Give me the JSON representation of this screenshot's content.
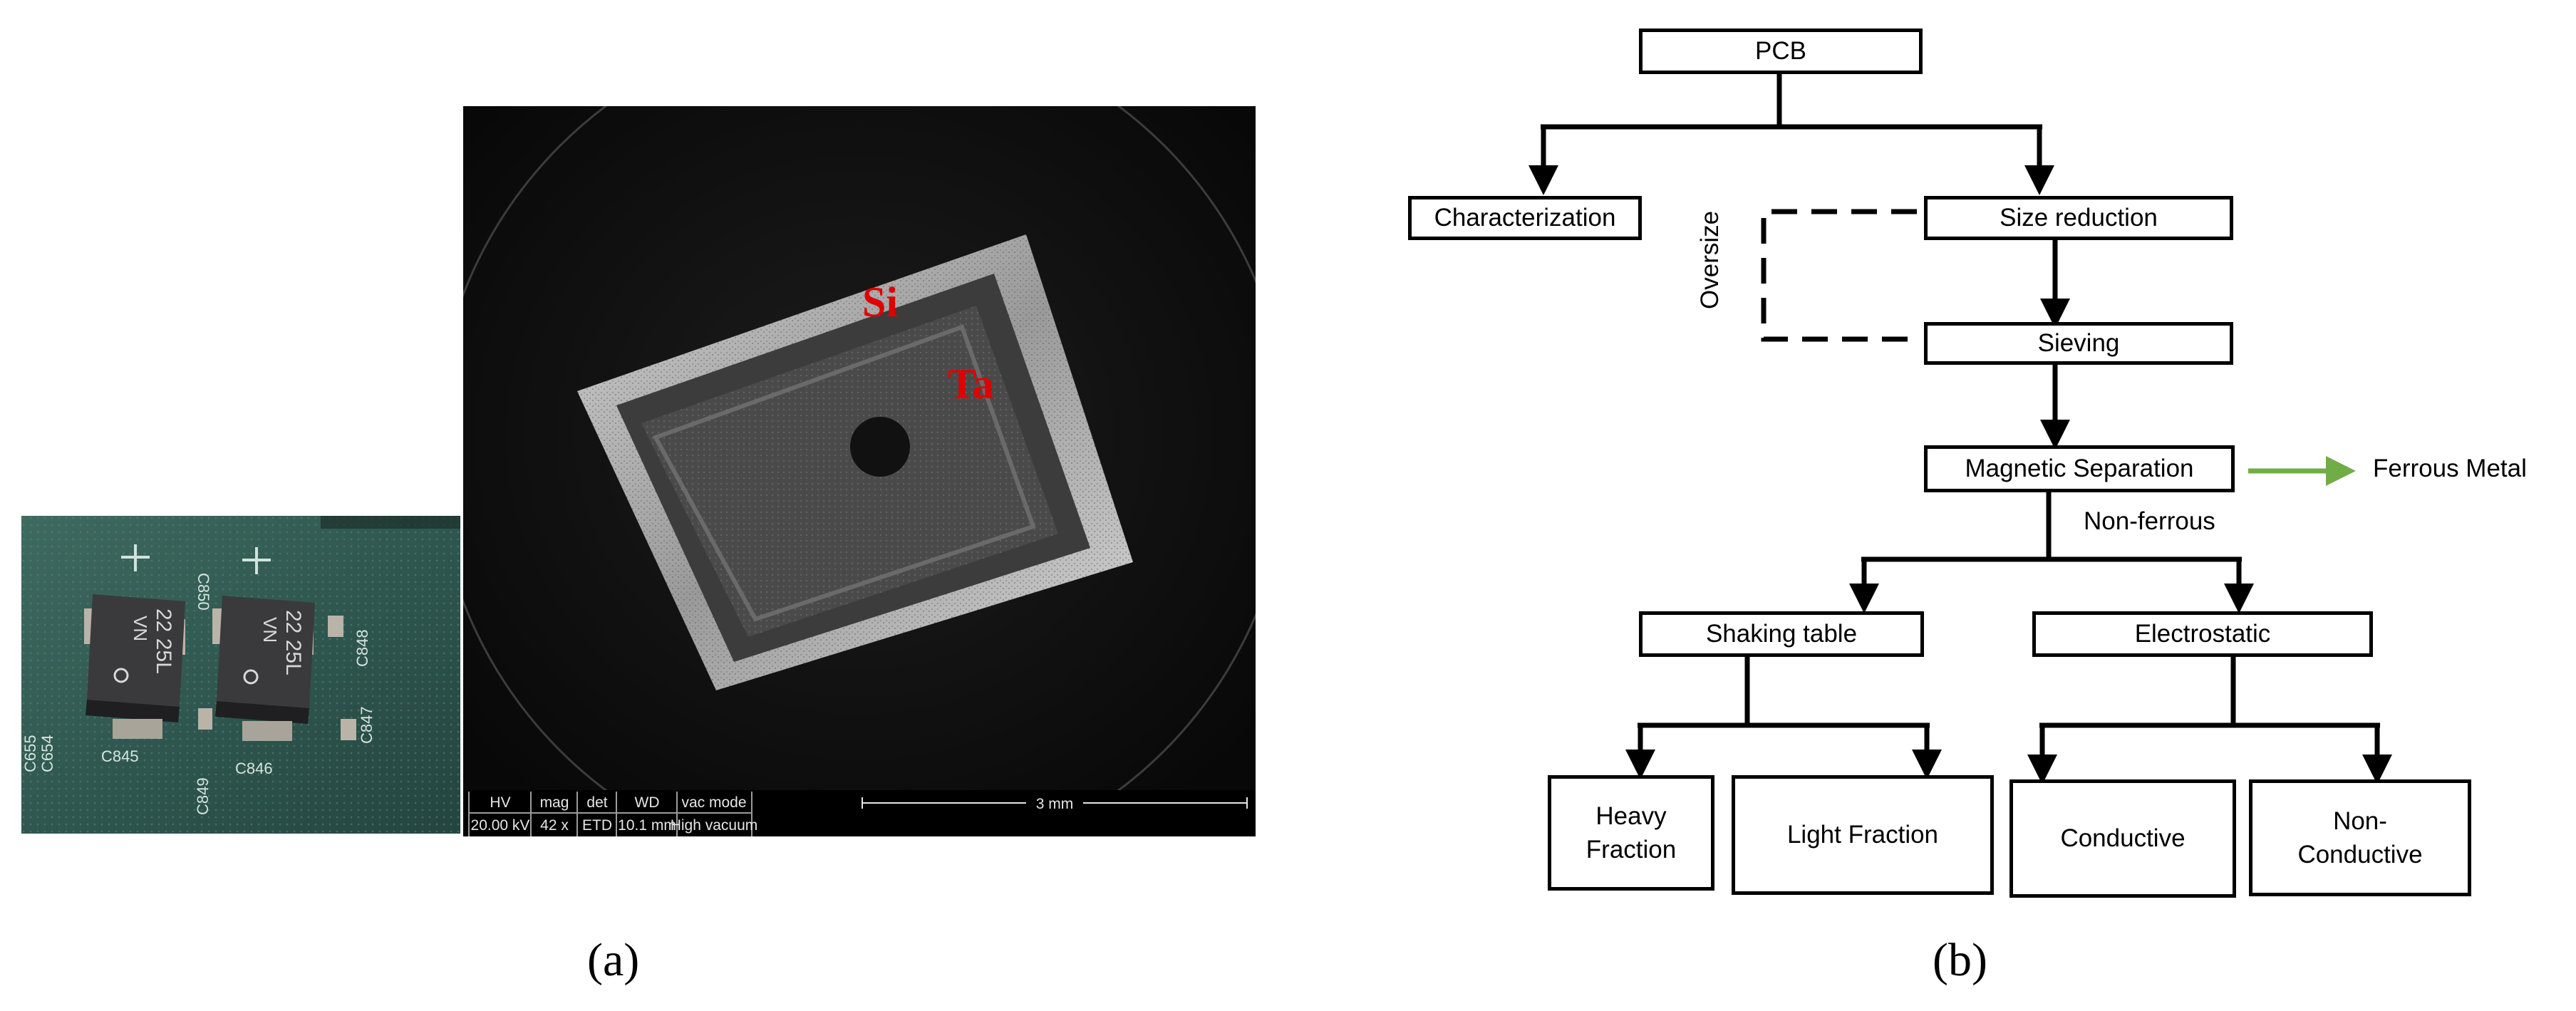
{
  "figure_a": {
    "label": "(a)",
    "sem": {
      "element_labels": [
        "Si",
        "Ta"
      ],
      "databar": {
        "columns": [
          {
            "header": "HV",
            "value": "20.00 kV"
          },
          {
            "header": "mag",
            "value": "42 x"
          },
          {
            "header": "det",
            "value": "ETD"
          },
          {
            "header": "WD",
            "value": "10.1 mm"
          },
          {
            "header": "vac mode",
            "value": "High vacuum"
          }
        ],
        "scale_bar": "3 mm"
      }
    },
    "pcb_photo": {
      "markings": {
        "chip_text_1": "22 25L",
        "chip_text_2": "22 25L",
        "chip_code": "VN",
        "refs": [
          "C850",
          "C845",
          "C846",
          "C848",
          "C847",
          "C849",
          "C655",
          "C654"
        ]
      }
    }
  },
  "figure_b": {
    "label": "(b)",
    "nodes": {
      "pcb": "PCB",
      "characterization": "Characterization",
      "size_reduction": "Size reduction",
      "sieving": "Sieving",
      "magnetic_separation": "Magnetic Separation",
      "ferrous_metal": "Ferrous Metal",
      "shaking_table": "Shaking table",
      "electrostatic": "Electrostatic",
      "heavy_fraction": "Heavy Fraction",
      "light_fraction": "Light Fraction",
      "conductive": "Conductive",
      "non_conductive": "Non-Conductive"
    },
    "edge_labels": {
      "oversize": "Oversize",
      "non_ferrous": "Non-ferrous"
    },
    "colors": {
      "ferrous_arrow": "#70ad47",
      "element_label": "#e00000"
    }
  }
}
